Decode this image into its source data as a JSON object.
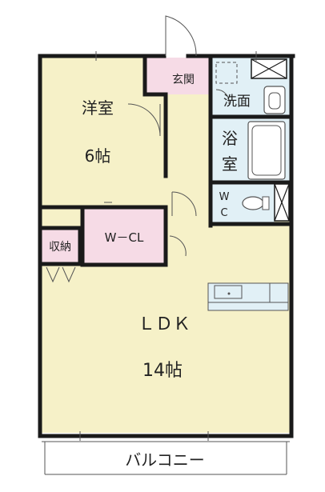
{
  "colors": {
    "floor_cream": "#f6f1c8",
    "closet_pink": "#f6dbe6",
    "wet_blue": "#e1f0f6",
    "wall": "#1a1a1a",
    "thin_line": "#555555"
  },
  "rooms": {
    "western_room": {
      "name": "洋室",
      "size": "6帖"
    },
    "entrance": {
      "name": "玄関"
    },
    "washroom": {
      "name": "洗面"
    },
    "bathroom": {
      "name_line1": "浴",
      "name_line2": "室"
    },
    "toilet": {
      "name_line1": "W",
      "name_line2": "C"
    },
    "walk_in_closet": {
      "name": "W－CL"
    },
    "storage": {
      "name": "収納"
    },
    "ldk": {
      "name": "ＬＤＫ",
      "size": "14帖"
    },
    "balcony": {
      "name": "バルコニー"
    }
  }
}
